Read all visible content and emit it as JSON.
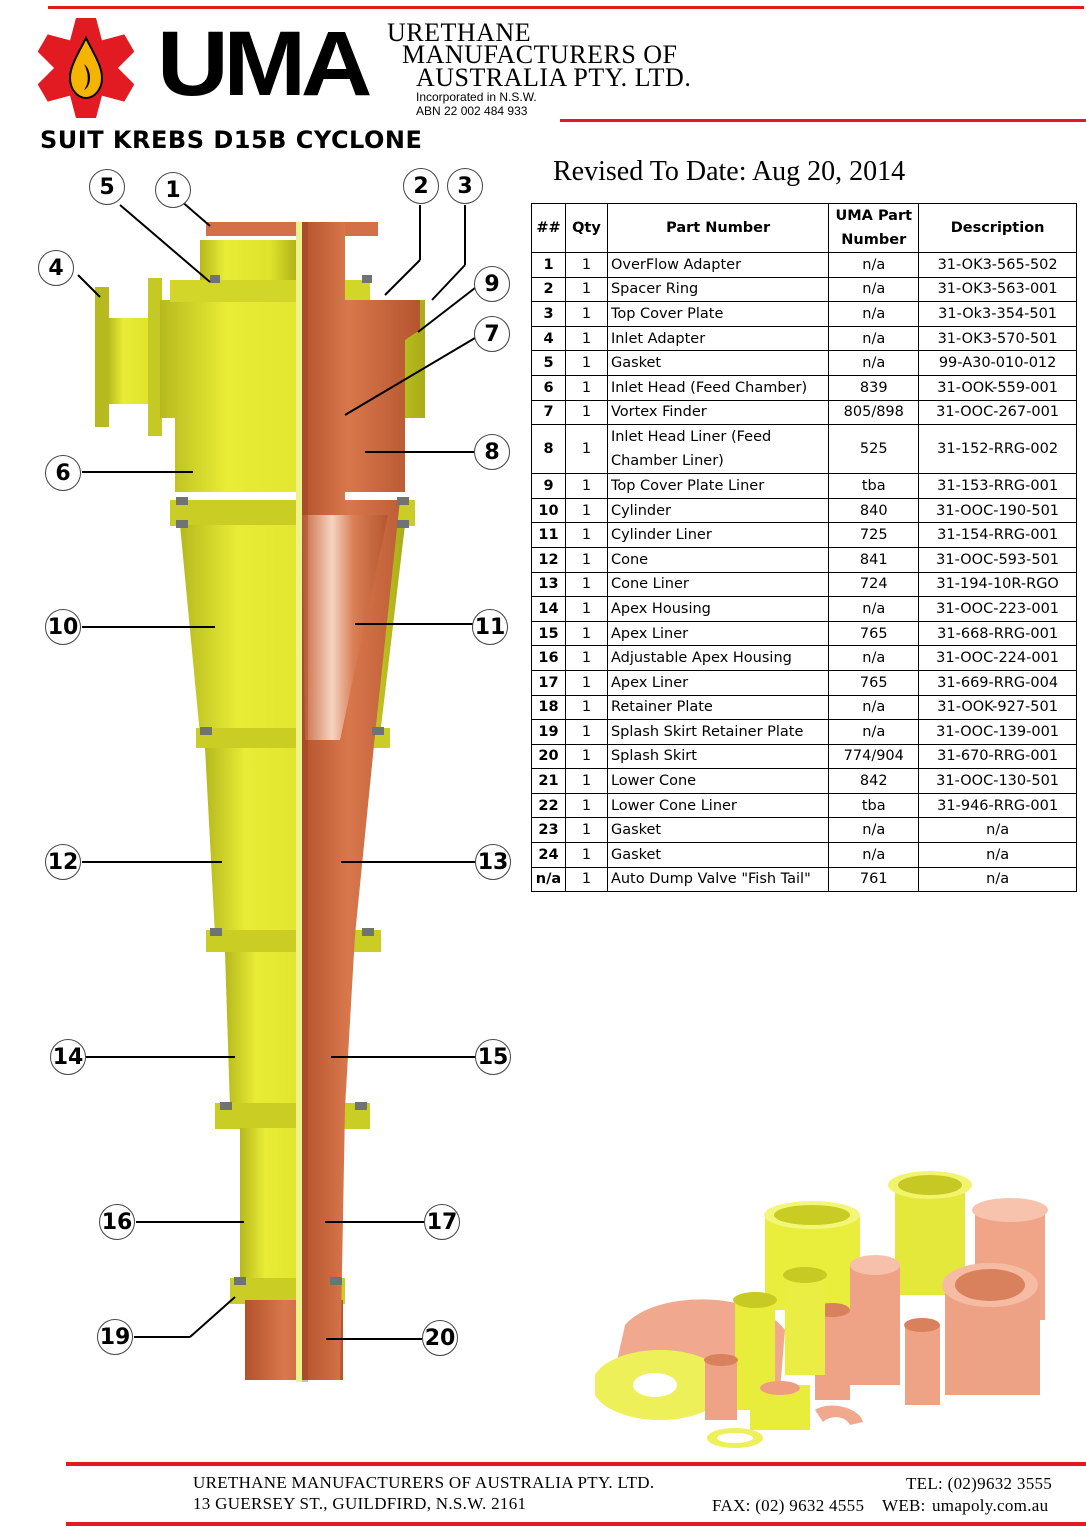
{
  "header": {
    "logo_text": "UMA",
    "company_line1": "URETHANE",
    "company_line2": "MANUFACTURERS OF",
    "company_line3": "AUSTRALIA PTY. LTD.",
    "incorporated": "Incorporated in N.S.W.",
    "abn": "ABN 22 002 484 933",
    "brand_red": "#e21b23"
  },
  "title": "SUIT KREBS D15B CYCLONE",
  "revised": "Revised To Date: Aug 20, 2014",
  "table": {
    "headers": {
      "num": "##",
      "qty": "Qty",
      "part": "Part Number",
      "uma1": "UMA Part",
      "uma2": "Number",
      "desc": "Description"
    },
    "rows": [
      {
        "num": "1",
        "qty": "1",
        "part": "OverFlow Adapter",
        "uma": "n/a",
        "desc": "31-OK3-565-502"
      },
      {
        "num": "2",
        "qty": "1",
        "part": "Spacer Ring",
        "uma": "n/a",
        "desc": "31-OK3-563-001"
      },
      {
        "num": "3",
        "qty": "1",
        "part": "Top Cover Plate",
        "uma": "n/a",
        "desc": "31-Ok3-354-501"
      },
      {
        "num": "4",
        "qty": "1",
        "part": "Inlet Adapter",
        "uma": "n/a",
        "desc": "31-OK3-570-501"
      },
      {
        "num": "5",
        "qty": "1",
        "part": "Gasket",
        "uma": "n/a",
        "desc": "99-A30-010-012"
      },
      {
        "num": "6",
        "qty": "1",
        "part": "Inlet Head (Feed Chamber)",
        "uma": "839",
        "desc": "31-OOK-559-001"
      },
      {
        "num": "7",
        "qty": "1",
        "part": "Vortex Finder",
        "uma": "805/898",
        "desc": "31-OOC-267-001"
      },
      {
        "num": "8",
        "qty": "1",
        "part": "Inlet Head Liner (Feed Chamber Liner)",
        "uma": "525",
        "desc": "31-152-RRG-002"
      },
      {
        "num": "9",
        "qty": "1",
        "part": "Top Cover Plate Liner",
        "uma": "tba",
        "desc": "31-153-RRG-001"
      },
      {
        "num": "10",
        "qty": "1",
        "part": "Cylinder",
        "uma": "840",
        "desc": "31-OOC-190-501"
      },
      {
        "num": "11",
        "qty": "1",
        "part": "Cylinder Liner",
        "uma": "725",
        "desc": "31-154-RRG-001"
      },
      {
        "num": "12",
        "qty": "1",
        "part": "Cone",
        "uma": "841",
        "desc": "31-OOC-593-501"
      },
      {
        "num": "13",
        "qty": "1",
        "part": "Cone Liner",
        "uma": "724",
        "desc": "31-194-10R-RGO"
      },
      {
        "num": "14",
        "qty": "1",
        "part": "Apex Housing",
        "uma": "n/a",
        "desc": "31-OOC-223-001"
      },
      {
        "num": "15",
        "qty": "1",
        "part": "Apex Liner",
        "uma": "765",
        "desc": "31-668-RRG-001"
      },
      {
        "num": "16",
        "qty": "1",
        "part": "Adjustable Apex Housing",
        "uma": "n/a",
        "desc": "31-OOC-224-001"
      },
      {
        "num": "17",
        "qty": "1",
        "part": "Apex Liner",
        "uma": "765",
        "desc": "31-669-RRG-004"
      },
      {
        "num": "18",
        "qty": "1",
        "part": "Retainer Plate",
        "uma": "n/a",
        "desc": "31-OOK-927-501"
      },
      {
        "num": "19",
        "qty": "1",
        "part": "Splash Skirt Retainer Plate",
        "uma": "n/a",
        "desc": "31-OOC-139-001"
      },
      {
        "num": "20",
        "qty": "1",
        "part": "Splash Skirt",
        "uma": "774/904",
        "desc": "31-670-RRG-001"
      },
      {
        "num": "21",
        "qty": "1",
        "part": "Lower Cone",
        "uma": "842",
        "desc": "31-OOC-130-501"
      },
      {
        "num": "22",
        "qty": "1",
        "part": "Lower Cone Liner",
        "uma": "tba",
        "desc": "31-946-RRG-001"
      },
      {
        "num": "23",
        "qty": "1",
        "part": "Gasket",
        "uma": "n/a",
        "desc": "n/a"
      },
      {
        "num": "24",
        "qty": "1",
        "part": "Gasket",
        "uma": "n/a",
        "desc": "n/a"
      },
      {
        "num": "n/a",
        "qty": "1",
        "part": "Auto Dump Valve \"Fish Tail\"",
        "uma": "761",
        "desc": "n/a"
      }
    ]
  },
  "callouts": [
    "1",
    "2",
    "3",
    "4",
    "5",
    "6",
    "7",
    "8",
    "9",
    "10",
    "11",
    "12",
    "13",
    "14",
    "15",
    "16",
    "17",
    "19",
    "20"
  ],
  "colors": {
    "housing": "#e1e52b",
    "liner": "#c8623a",
    "liner_light": "#f2b59c"
  },
  "footer": {
    "company": "URETHANE MANUFACTURERS OF AUSTRALIA PTY. LTD.",
    "address": "13 GUERSEY ST., GUILDFIRD, N.S.W. 2161",
    "tel": "TEL: (02)9632 3555",
    "fax": "FAX: (02) 9632 4555",
    "web_label": "WEB:",
    "web": "umapoly.com.au"
  }
}
